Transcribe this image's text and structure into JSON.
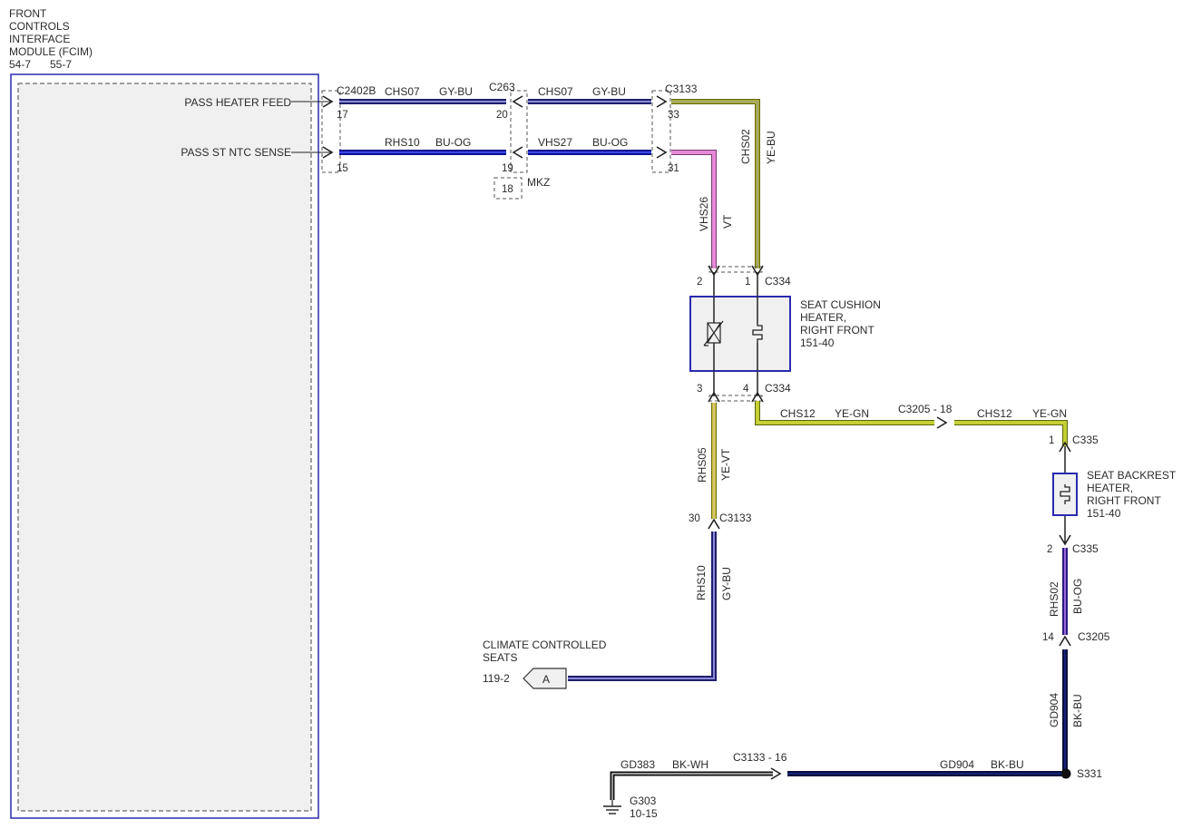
{
  "module": {
    "title_lines": [
      "FRONT",
      "CONTROLS",
      "INTERFACE",
      "MODULE (FCIM)"
    ],
    "refs": [
      "54-7",
      "55-7"
    ],
    "feed_label": "PASS HEATER FEED",
    "sense_label": "PASS ST NTC SENSE"
  },
  "connectors": {
    "c2402b": "C2402B",
    "c263": "C263",
    "c3133_top": "C3133",
    "c334": "C334",
    "c334_bottom": "C334",
    "c3205_mid": "C3205 -  18",
    "c335_top": "C335",
    "c335_bottom": "C335",
    "c3205_lower": "C3205",
    "c3133_mid": "C3133",
    "c3133_gnd": "C3133 - 16",
    "s331": "S331",
    "mkz_pin": "18",
    "mkz": "MKZ"
  },
  "pins": {
    "p17": "17",
    "p20": "20",
    "p33": "33",
    "p15": "15",
    "p19": "19",
    "p31": "31",
    "p2": "2",
    "p1": "1",
    "p3": "3",
    "p4": "4",
    "p1b": "1",
    "p2b": "2",
    "p14": "14",
    "p30": "30"
  },
  "wires": {
    "chs07_a": {
      "circuit": "CHS07",
      "color": "GY-BU"
    },
    "chs07_b": {
      "circuit": "CHS07",
      "color": "GY-BU"
    },
    "rhs10_a": {
      "circuit": "RHS10",
      "color": "BU-OG"
    },
    "vhs27": {
      "circuit": "VHS27",
      "color": "BU-OG"
    },
    "chs02": {
      "circuit": "CHS02",
      "color": "YE-BU"
    },
    "vhs26": {
      "circuit": "VHS26",
      "color": "VT"
    },
    "chs12_a": {
      "circuit": "CHS12",
      "color": "YE-GN"
    },
    "chs12_b": {
      "circuit": "CHS12",
      "color": "YE-GN"
    },
    "rhs05": {
      "circuit": "RHS05",
      "color": "YE-VT"
    },
    "rhs10_b": {
      "circuit": "RHS10",
      "color": "GY-BU"
    },
    "rhs02": {
      "circuit": "RHS02",
      "color": "BU-OG"
    },
    "gd904_v": {
      "circuit": "GD904",
      "color": "BK-BU"
    },
    "gd904_h": {
      "circuit": "GD904",
      "color": "BK-BU"
    },
    "gd383": {
      "circuit": "GD383",
      "color": "BK-WH"
    }
  },
  "components": {
    "seat_cushion": {
      "lines": [
        "SEAT CUSHION",
        "HEATER,",
        "RIGHT FRONT"
      ],
      "ref": "151-40"
    },
    "seat_backrest": {
      "lines": [
        "SEAT BACKREST",
        "HEATER,",
        "RIGHT FRONT"
      ],
      "ref": "151-40"
    },
    "climate": {
      "lines": [
        "CLIMATE CONTROLLED",
        "SEATS"
      ],
      "ref": "119-2",
      "tag": "A"
    },
    "ground": {
      "name": "G303",
      "ref": "10-15"
    }
  },
  "colors": {
    "gy_bu_core": "#4a4fb0",
    "bu_og": "#1a22c8",
    "ye": "#e8e840",
    "vt": "#e58ad8",
    "bk_bu": "#101a60",
    "module_border": "#2a2ab0"
  }
}
